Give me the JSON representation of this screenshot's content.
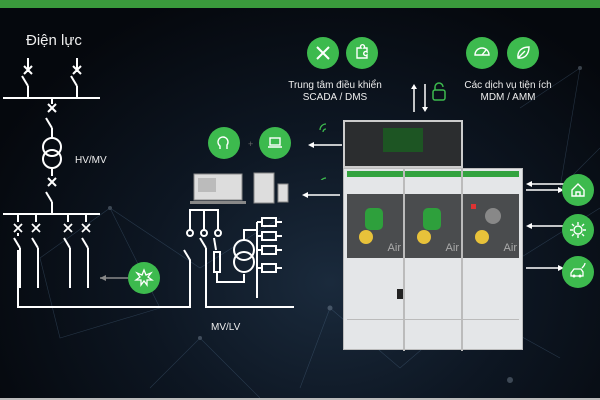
{
  "header": {
    "accent_color": "#3a9a3c"
  },
  "labels": {
    "utility": "Điện lực",
    "hv_mv": "HV/MV",
    "mv_lv": "MV/LV",
    "control_center_line1": "Trung tâm điều khiển",
    "control_center_line2": "SCADA / DMS",
    "utility_services_line1": "Các dịch vụ tiện ích",
    "utility_services_line2": "MDM / AMM"
  },
  "icons": {
    "control_center": [
      "tools-icon",
      "puzzle-icon"
    ],
    "utility_services": [
      "gauge-icon",
      "leaf-icon"
    ],
    "operator": [
      "head-icon",
      "laptop-icon"
    ],
    "right_side": [
      "home-icon",
      "sun-icon",
      "ev-charger-icon"
    ],
    "fault": "fault-burst-icon",
    "security": "lock-icon"
  },
  "cabinet": {
    "panels": 3,
    "panel_label": "Air"
  },
  "colors": {
    "green": "#3dba4e",
    "background": "#070b12"
  }
}
